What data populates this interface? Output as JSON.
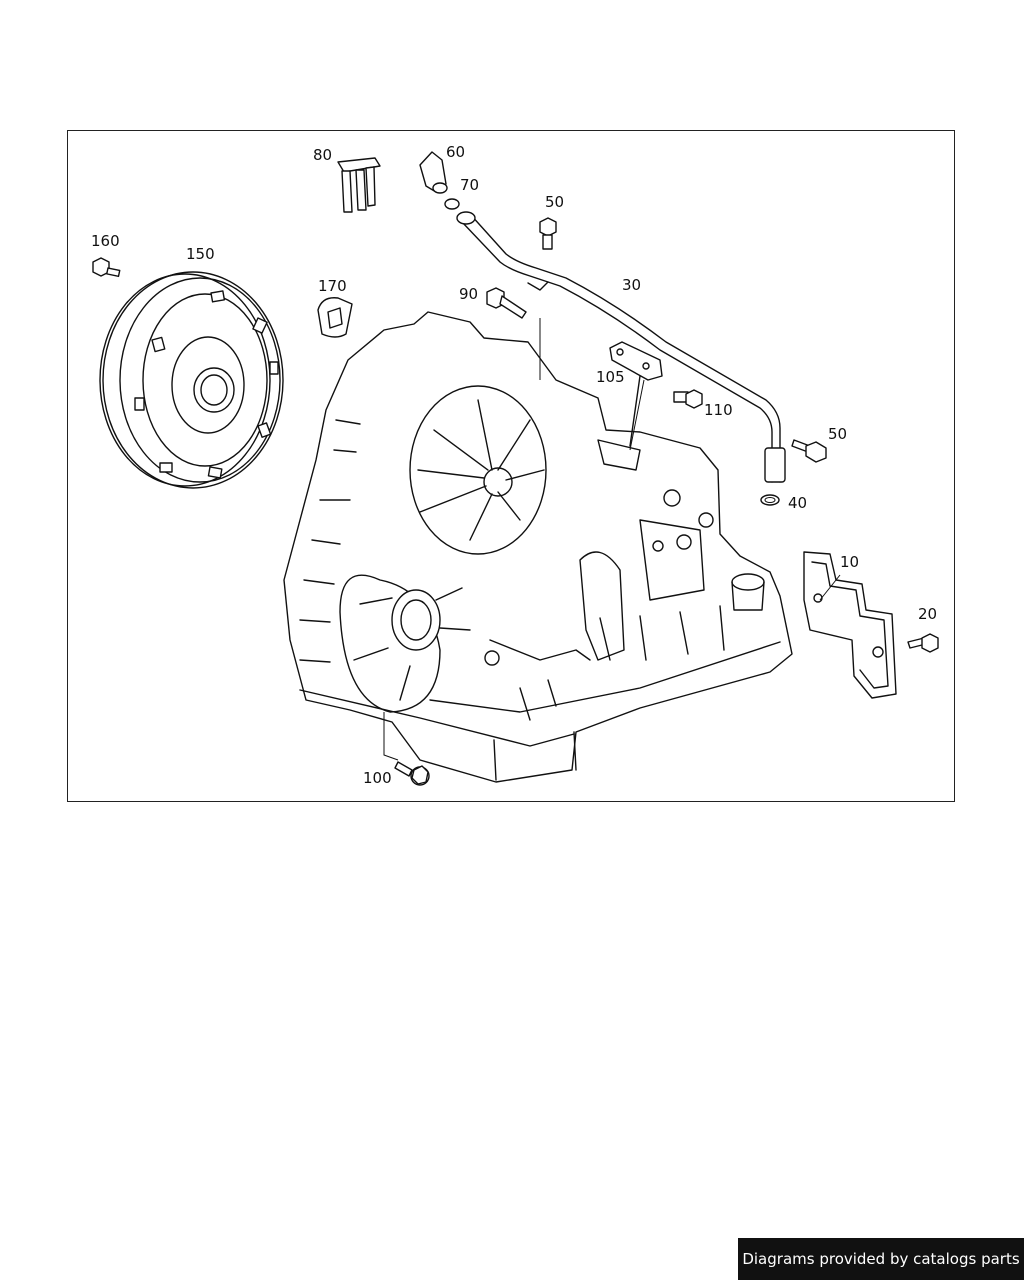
{
  "diagram": {
    "callouts": {
      "c80": "80",
      "c60": "60",
      "c70": "70",
      "c50a": "50",
      "c160": "160",
      "c150": "150",
      "c170": "170",
      "c90": "90",
      "c30": "30",
      "c105": "105",
      "c110": "110",
      "c50b": "50",
      "c40": "40",
      "c10": "10",
      "c20": "20",
      "c100": "100"
    }
  },
  "footer": {
    "text": "Diagrams provided by catalogs parts"
  },
  "colors": {
    "line": "#111111",
    "background": "#ffffff",
    "banner": "#111111",
    "banner_text": "#ffffff"
  }
}
